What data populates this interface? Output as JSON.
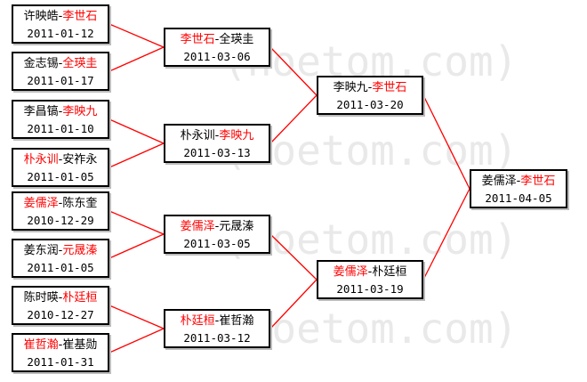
{
  "watermark": "(hoetom.com)",
  "colors": {
    "winner": "#ff0000",
    "line": "#ff0000",
    "text": "#000000"
  },
  "round1": [
    {
      "a": "许映皓",
      "b": "李世石",
      "winner": "b",
      "date": "2011-01-12"
    },
    {
      "a": "金志锡",
      "b": "全瑛圭",
      "winner": "b",
      "date": "2011-01-17"
    },
    {
      "a": "李昌镐",
      "b": "李映九",
      "winner": "b",
      "date": "2011-01-10"
    },
    {
      "a": "朴永训",
      "b": "安祚永",
      "winner": "a",
      "date": "2011-01-05"
    },
    {
      "a": "姜儒泽",
      "b": "陈东奎",
      "winner": "a",
      "date": "2010-12-29"
    },
    {
      "a": "姜东润",
      "b": "元晟溱",
      "winner": "b",
      "date": "2011-01-05"
    },
    {
      "a": "陈时暎",
      "b": "朴廷桓",
      "winner": "b",
      "date": "2010-12-27"
    },
    {
      "a": "崔哲瀚",
      "b": "崔基勋",
      "winner": "a",
      "date": "2011-01-31"
    }
  ],
  "round2": [
    {
      "a": "李世石",
      "b": "全瑛圭",
      "winner": "a",
      "date": "2011-03-06"
    },
    {
      "a": "朴永训",
      "b": "李映九",
      "winner": "b",
      "date": "2011-03-13"
    },
    {
      "a": "姜儒泽",
      "b": "元晟溱",
      "winner": "a",
      "date": "2011-03-05"
    },
    {
      "a": "朴廷桓",
      "b": "崔哲瀚",
      "winner": "a",
      "date": "2011-03-12"
    }
  ],
  "round3": [
    {
      "a": "李映九",
      "b": "李世石",
      "winner": "b",
      "date": "2011-03-20"
    },
    {
      "a": "姜儒泽",
      "b": "朴廷桓",
      "winner": "a",
      "date": "2011-03-19"
    }
  ],
  "final": [
    {
      "a": "姜儒泽",
      "b": "李世石",
      "winner": "b",
      "date": "2011-04-05"
    }
  ]
}
